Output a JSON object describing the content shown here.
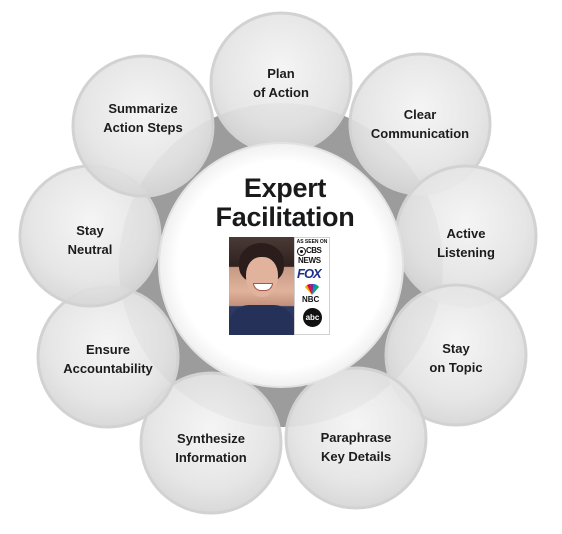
{
  "center": {
    "title_line1": "Expert",
    "title_line2": "Facilitation"
  },
  "media_badge": {
    "as_seen_on": "AS SEEN ON",
    "logos": [
      "CBS",
      "NEWS",
      "FOX",
      "NBC",
      "abc"
    ]
  },
  "nodes": [
    {
      "id": "plan",
      "line1": "Plan",
      "line2": "of Action"
    },
    {
      "id": "clear",
      "line1": "Clear",
      "line2": "Communication"
    },
    {
      "id": "active",
      "line1": "Active",
      "line2": "Listening"
    },
    {
      "id": "stay-topic",
      "line1": "Stay",
      "line2": "on Topic"
    },
    {
      "id": "paraphrase",
      "line1": "Paraphrase",
      "line2": "Key Details"
    },
    {
      "id": "synthesize",
      "line1": "Synthesize",
      "line2": "Information"
    },
    {
      "id": "ensure",
      "line1": "Ensure",
      "line2": "Accountability"
    },
    {
      "id": "stay-neutral",
      "line1": "Stay",
      "line2": "Neutral"
    },
    {
      "id": "summarize",
      "line1": "Summarize",
      "line2": "Action Steps"
    }
  ],
  "colors": {
    "node_fill": "#e6e6e6",
    "node_edge": "#d2d2d2",
    "ring": "#9a9a9a",
    "center_fill": "#ffffff",
    "text": "#1c1c1c"
  }
}
